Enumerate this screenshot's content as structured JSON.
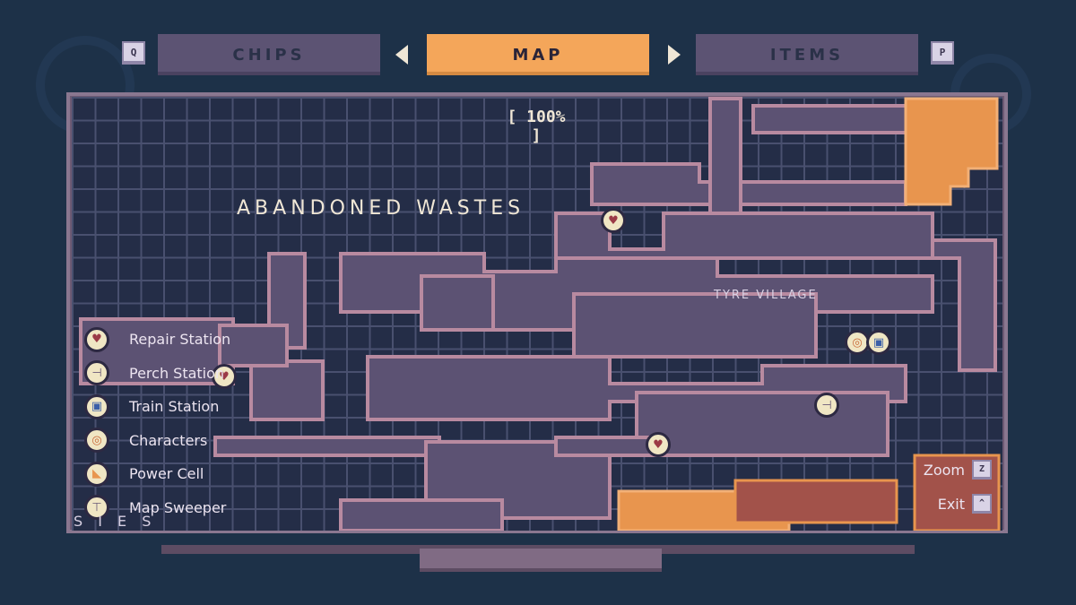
{
  "tabs": {
    "prev_key": "Q",
    "next_key": "P",
    "items": [
      {
        "label": "CHIPS",
        "active": false
      },
      {
        "label": "MAP",
        "active": true
      },
      {
        "label": "ITEMS",
        "active": false
      }
    ]
  },
  "map": {
    "zoom_label": "[ 100% ]",
    "area_title": "ABANDONED WASTES",
    "sub_area": "TYRE VILLAGE",
    "cut_off_text": "S I E S",
    "colors": {
      "background": "#1d3148",
      "grid": "#49506f",
      "explored_room": "#5c5273",
      "room_outline": "#b88aa0",
      "unexplored_orange": "#e8954e",
      "unexplored_red": "#a2524a",
      "active_tab": "#f4a65a",
      "inactive_tab": "#5c5373"
    },
    "markers": [
      {
        "type": "repair-station",
        "icon": "heart-icon"
      },
      {
        "type": "repair-station",
        "icon": "heart-icon"
      },
      {
        "type": "repair-station",
        "icon": "heart-icon"
      },
      {
        "type": "perch-station",
        "icon": "perch-icon"
      },
      {
        "type": "characters",
        "icon": "character-icon"
      },
      {
        "type": "train-station",
        "icon": "train-icon"
      }
    ]
  },
  "legend": [
    {
      "label": "Repair Station",
      "icon": "heart-icon",
      "glyph": "♥",
      "color": "#9b3a46"
    },
    {
      "label": "Perch Station",
      "icon": "perch-icon",
      "glyph": "⊣",
      "color": "#6a5a78"
    },
    {
      "label": "Train Station",
      "icon": "train-icon",
      "glyph": "▣",
      "color": "#3b5fa8"
    },
    {
      "label": "Characters",
      "icon": "character-icon",
      "glyph": "◎",
      "color": "#c96a3a"
    },
    {
      "label": "Power Cell",
      "icon": "power-cell-icon",
      "glyph": "◣",
      "color": "#e8954e"
    },
    {
      "label": "Map Sweeper",
      "icon": "map-sweeper-icon",
      "glyph": "⊤",
      "color": "#6a5a78"
    }
  ],
  "controls": {
    "zoom_label": "Zoom",
    "zoom_key": "Z",
    "exit_label": "Exit",
    "exit_key": "^"
  }
}
